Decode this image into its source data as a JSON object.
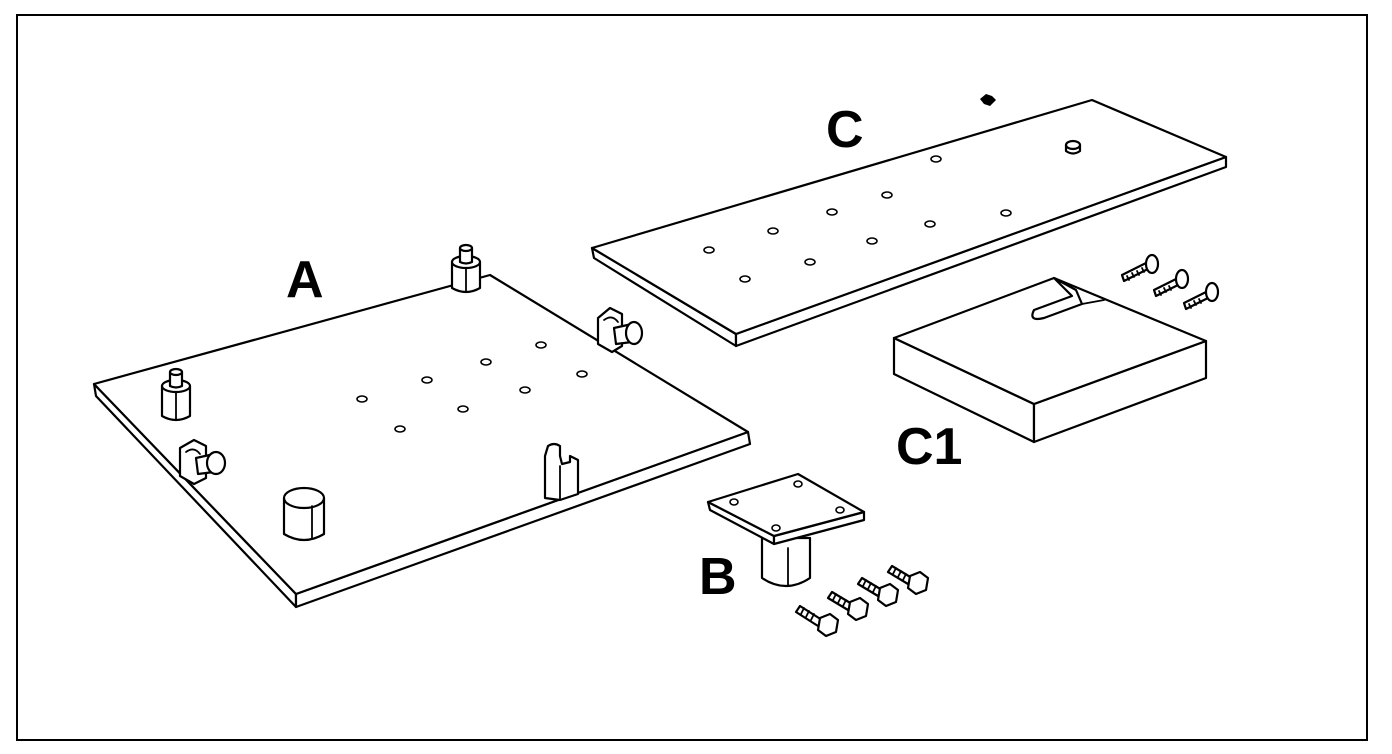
{
  "figure": {
    "parts": [
      {
        "id": "A",
        "label": "A"
      },
      {
        "id": "B",
        "label": "B"
      },
      {
        "id": "C",
        "label": "C"
      },
      {
        "id": "C1",
        "label": "C1"
      }
    ],
    "colors": {
      "line": "#000000",
      "background": "#ffffff"
    }
  }
}
